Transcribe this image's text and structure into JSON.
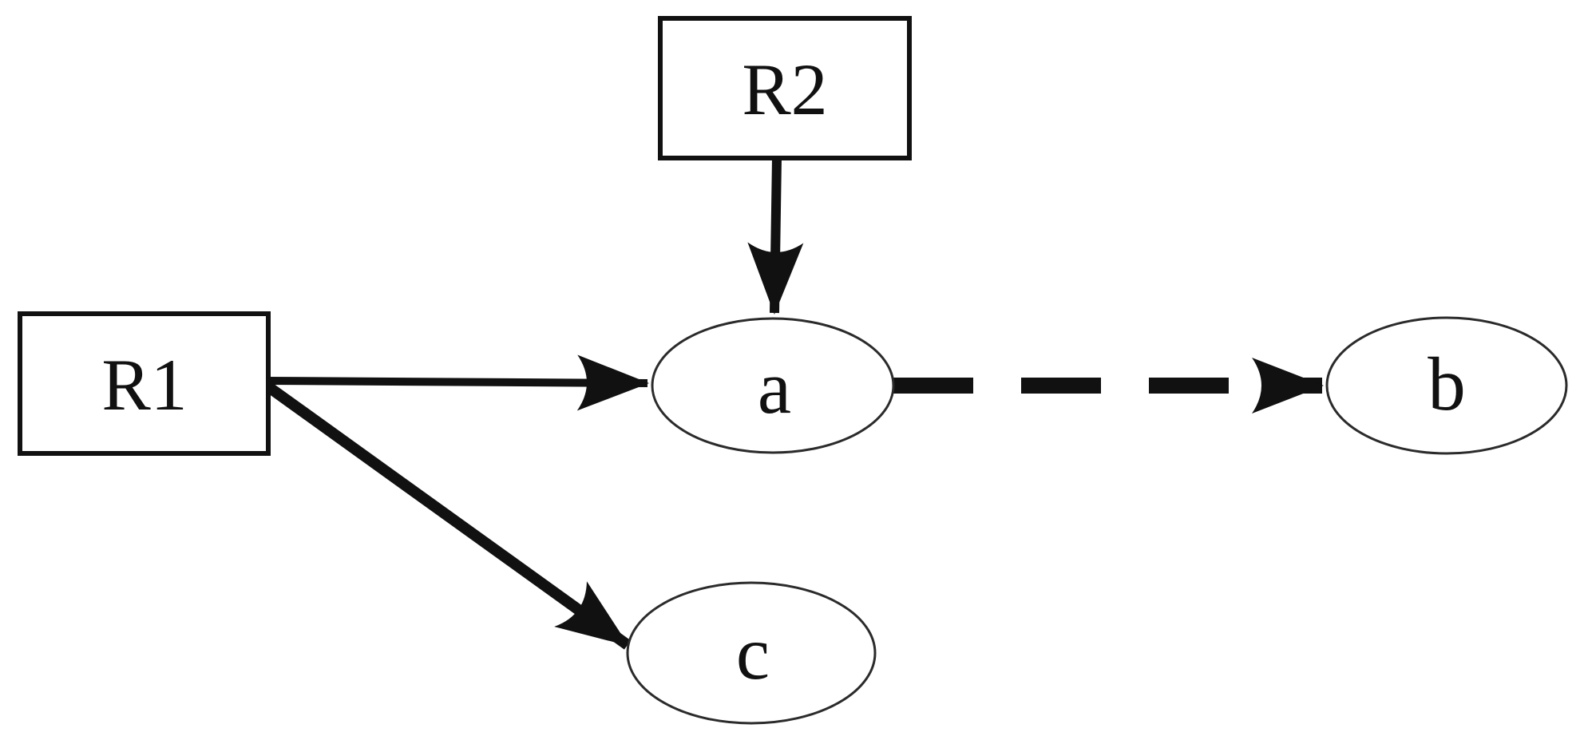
{
  "diagram": {
    "title": "",
    "background_color": "#ffffff",
    "line_color": "#111111",
    "node_fill_color": "#ffffff",
    "nodes": [
      {
        "id": "R1",
        "shape": "rectangle",
        "label": "R1"
      },
      {
        "id": "R2",
        "shape": "rectangle",
        "label": "R2"
      },
      {
        "id": "a",
        "shape": "ellipse",
        "label": "a"
      },
      {
        "id": "b",
        "shape": "ellipse",
        "label": "b"
      },
      {
        "id": "c",
        "shape": "ellipse",
        "label": "c"
      }
    ],
    "edges": [
      {
        "from": "R2",
        "to": "a",
        "line_style": "solid",
        "arrowhead": "filled-triangle",
        "direction": "down"
      },
      {
        "from": "R1",
        "to": "a",
        "line_style": "solid",
        "arrowhead": "filled-triangle",
        "direction": "right"
      },
      {
        "from": "R1",
        "to": "c",
        "line_style": "solid",
        "arrowhead": "filled-triangle",
        "direction": "down-right"
      },
      {
        "from": "a",
        "to": "b",
        "line_style": "dashed",
        "arrowhead": "filled-triangle",
        "direction": "right"
      }
    ]
  }
}
